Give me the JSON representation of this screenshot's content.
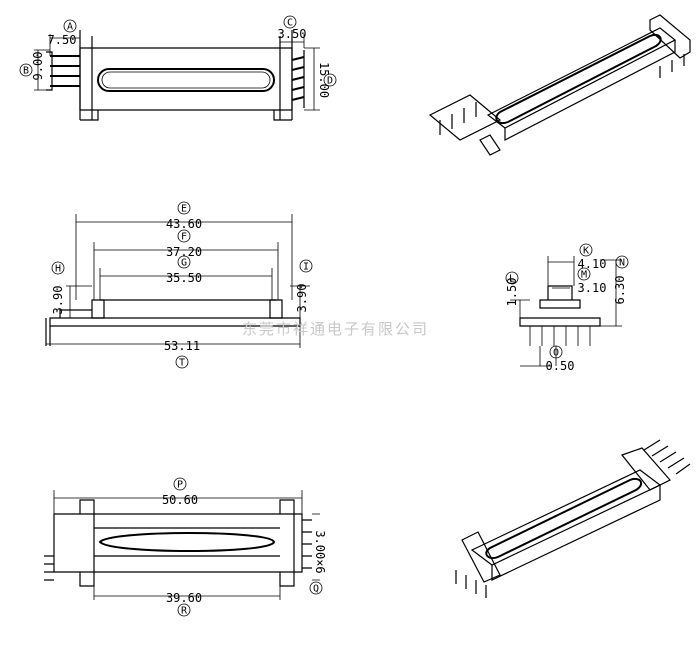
{
  "views": {
    "top": {
      "dims": {
        "A_value": "7.50",
        "B_value": "9.00",
        "C_value": "3.50",
        "D_value": "15.00"
      }
    },
    "side": {
      "dims": {
        "E_value": "43.60",
        "F_value": "37.20",
        "G_value": "35.50",
        "H_value": "3.90",
        "I_value": "3.90",
        "T_value": "53.11"
      }
    },
    "end": {
      "dims": {
        "K_value": "4.10",
        "M_value": "3.10",
        "N_value": "6.30",
        "L_value": "1.50",
        "O_value": "0.50"
      }
    },
    "bottom": {
      "dims": {
        "P_value": "50.60",
        "R_value": "39.60",
        "Q_value": "3.00×6"
      }
    }
  },
  "labels": {
    "A": "A",
    "B": "B",
    "C": "C",
    "D": "D",
    "E": "E",
    "F": "F",
    "G": "G",
    "H": "H",
    "I": "I",
    "K": "K",
    "L": "L",
    "M": "M",
    "N": "N",
    "O": "O",
    "P": "P",
    "Q": "Q",
    "R": "R",
    "T": "T"
  },
  "watermark": "东莞市祥通电子有限公司"
}
